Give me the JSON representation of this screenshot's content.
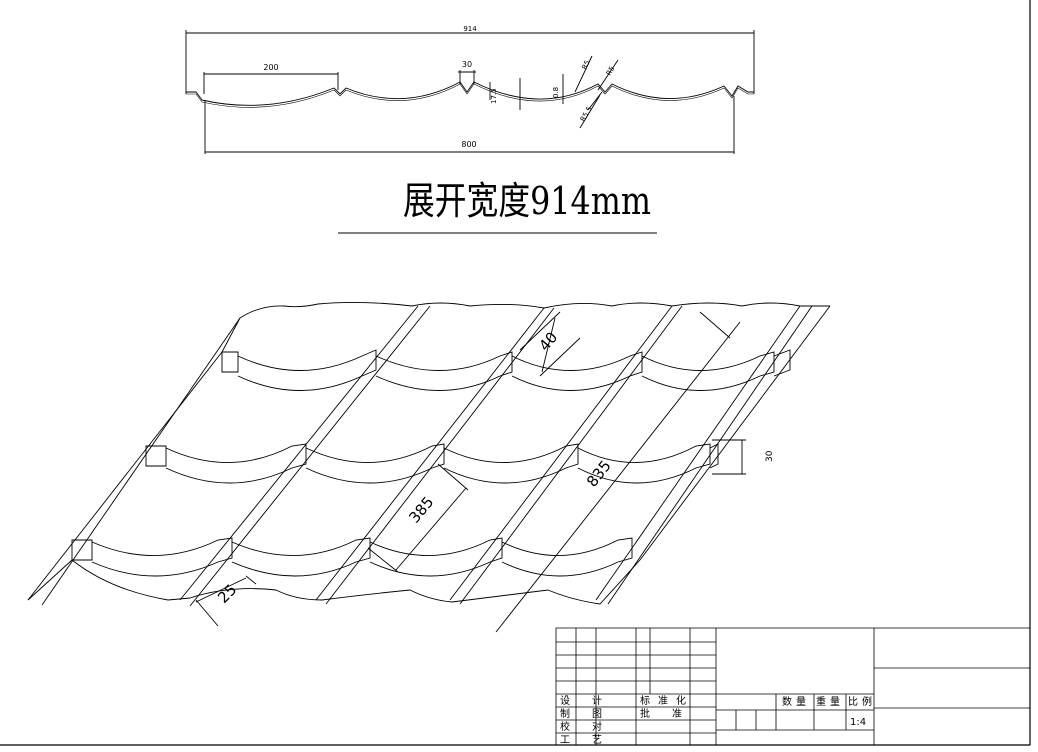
{
  "profile_dims": {
    "total_top": "914",
    "pitch": "200",
    "step": "30",
    "depth": "17.5",
    "thickness": "0.8",
    "r_a": "R5",
    "r_b": "R5",
    "r_c": "R5.5",
    "cover": "800"
  },
  "title": "展开宽度914mm",
  "iso_dims": {
    "d40": "40",
    "d835": "835",
    "d385": "385",
    "d25": "25",
    "d30": "30"
  },
  "title_block": {
    "row1": [
      "设",
      "计",
      "标",
      "准",
      "化"
    ],
    "row2": [
      "制",
      "图",
      "批",
      "准"
    ],
    "row3": [
      "校",
      "对"
    ],
    "row4": [
      "工",
      "艺"
    ],
    "headers": [
      "数",
      "量",
      "重",
      "量",
      "比",
      "例"
    ],
    "scale": "1:4"
  }
}
